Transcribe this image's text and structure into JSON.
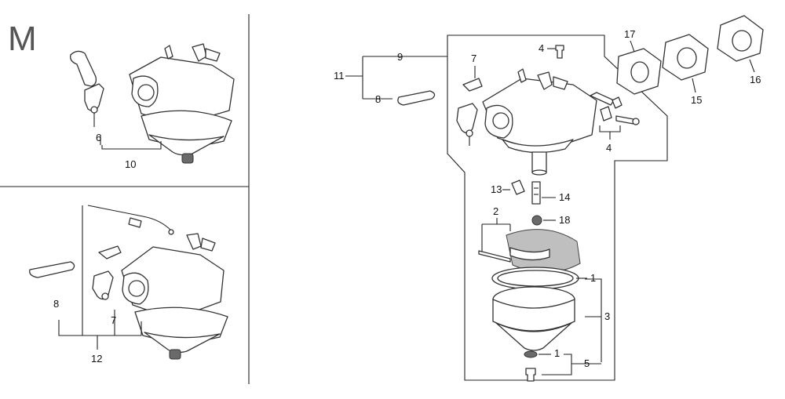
{
  "page": {
    "section_letter": "M"
  },
  "callouts": {
    "c1a": "1",
    "c1b": "1",
    "c2": "2",
    "c3": "3",
    "c4a": "4",
    "c4b": "4",
    "c5": "5",
    "c6": "6",
    "c7a": "7",
    "c7b": "7",
    "c8a": "8",
    "c8b": "8",
    "c9": "9",
    "c10": "10",
    "c11": "11",
    "c12": "12",
    "c13": "13",
    "c14": "14",
    "c15": "15",
    "c16": "16",
    "c17": "17",
    "c18": "18"
  },
  "colors": {
    "line": "#222222",
    "shade": "#bfbfbf",
    "letter": "#555555"
  }
}
